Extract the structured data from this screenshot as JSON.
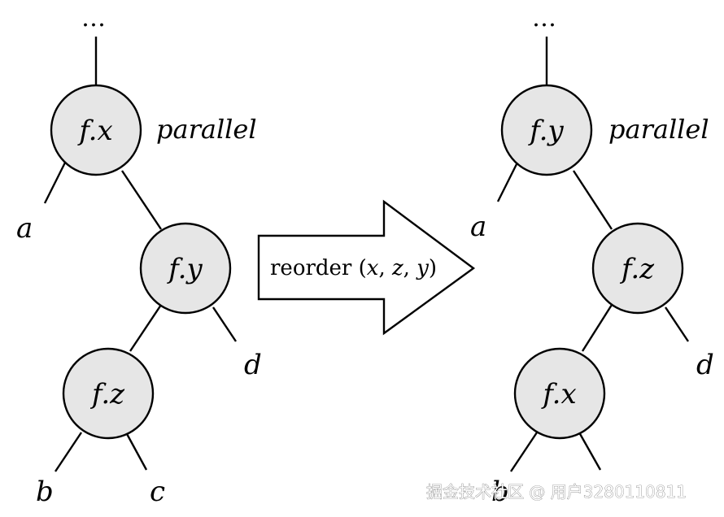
{
  "left_tree": {
    "top_ellipsis": "…",
    "annotation": "parallel",
    "nodes": {
      "n1": "f.x",
      "n2": "f.y",
      "n3": "f.z"
    },
    "leaves": {
      "a": "a",
      "b": "b",
      "c": "c",
      "d": "d"
    }
  },
  "arrow": {
    "label_prefix": "reorder (",
    "var1": "x",
    "sep1": ", ",
    "var2": "z",
    "sep2": ", ",
    "var3": "y",
    "label_suffix": ")"
  },
  "right_tree": {
    "top_ellipsis": "…",
    "annotation": "parallel",
    "nodes": {
      "n1": "f.y",
      "n2": "f.z",
      "n3": "f.x"
    },
    "leaves": {
      "a": "a",
      "b": "b",
      "d": "d"
    }
  },
  "watermark": "掘金技术社区 @ 用户3280110811"
}
